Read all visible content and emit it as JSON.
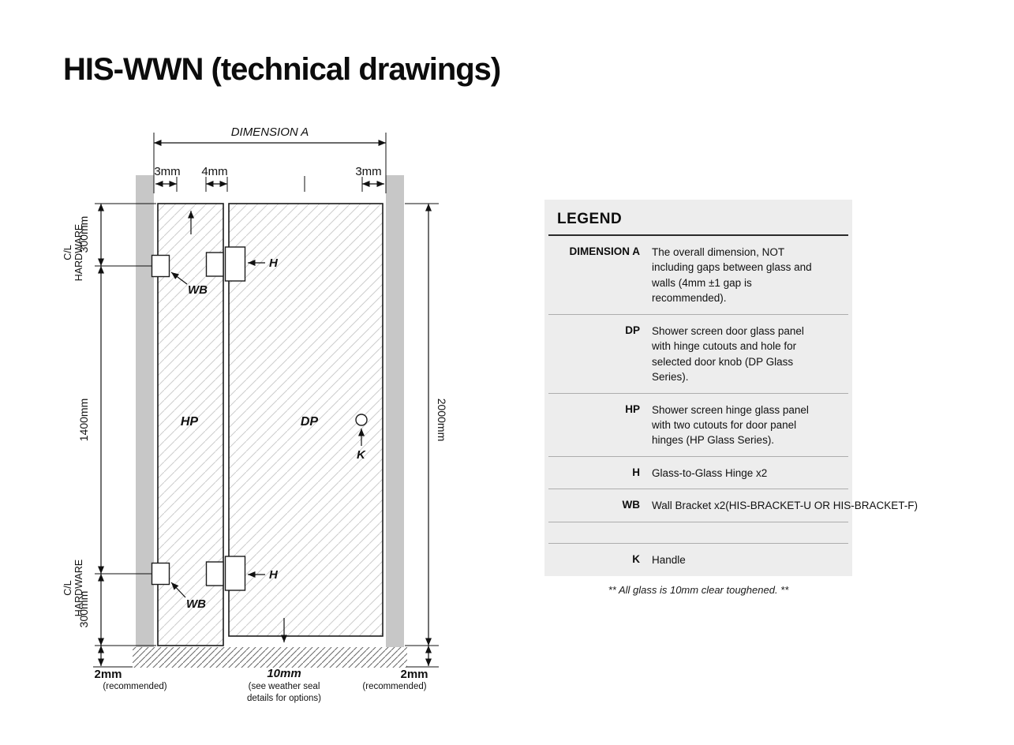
{
  "page": {
    "title": "HIS-WWN (technical drawings)"
  },
  "drawing": {
    "dimension_a": "DIMENSION A",
    "gap_left": "3mm",
    "gap_mid": "4mm",
    "gap_right": "3mm",
    "cl_line1": "C/L",
    "cl_line2": "HARDWARE",
    "dim_300_top": "300mm",
    "dim_1400": "1400mm",
    "dim_300_bottom": "300mm",
    "dim_2000": "2000mm",
    "panel_hp": "HP",
    "panel_dp": "DP",
    "hinge": "H",
    "bracket": "WB",
    "handle": "K",
    "bottom": {
      "left_gap": "2mm",
      "left_note": "(recommended)",
      "center_gap": "10mm",
      "center_note1": "(see weather seal",
      "center_note2": "details for options)",
      "right_gap": "2mm",
      "right_note": "(recommended)"
    }
  },
  "legend": {
    "title": "LEGEND",
    "rows": [
      {
        "term": "DIMENSION A",
        "desc": "The overall dimension, NOT including gaps between glass and walls (4mm ±1 gap is recommended)."
      },
      {
        "term": "DP",
        "desc": "Shower screen door glass panel with hinge cutouts and hole for selected door knob (DP Glass Series)."
      },
      {
        "term": "HP",
        "desc": "Shower screen hinge glass panel with two cutouts for door panel hinges (HP Glass Series)."
      },
      {
        "term": "H",
        "desc": "Glass-to-Glass Hinge x2"
      },
      {
        "term": "WB",
        "desc": "Wall Bracket x2(HIS-BRACKET-U OR HIS-BRACKET-F)"
      },
      {
        "term": "K",
        "desc": "Handle"
      }
    ],
    "footnote": "** All glass is 10mm clear toughened. **"
  }
}
